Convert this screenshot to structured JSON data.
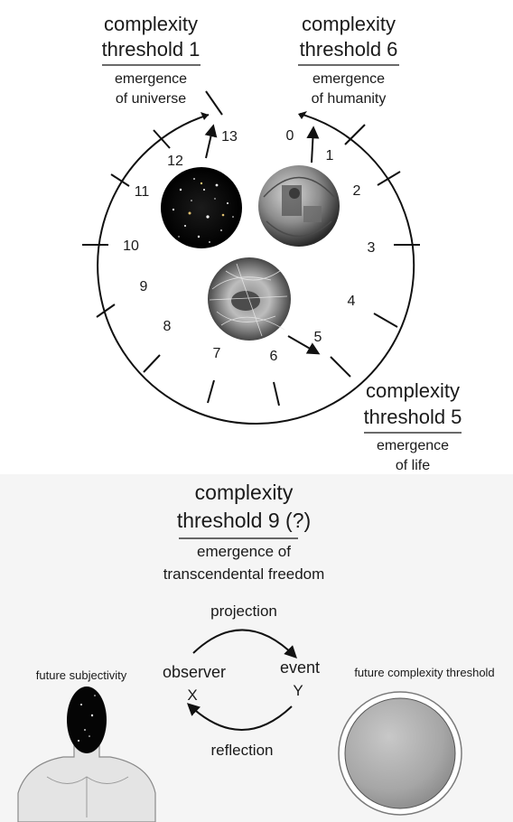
{
  "thresholds": {
    "t1": {
      "title1": "complexity",
      "title2": "threshold 1",
      "sub1": "emergence",
      "sub2": "of universe"
    },
    "t6": {
      "title1": "complexity",
      "title2": "threshold 6",
      "sub1": "emergence",
      "sub2": "of humanity"
    },
    "t5": {
      "title1": "complexity",
      "title2": "threshold 5",
      "sub1": "emergence",
      "sub2": "of life"
    }
  },
  "clock_numbers": [
    "0",
    "1",
    "2",
    "3",
    "4",
    "5",
    "6",
    "7",
    "8",
    "9",
    "10",
    "11",
    "12",
    "13"
  ],
  "t9": {
    "title1": "complexity",
    "title2": "threshold 9 (?)",
    "sub1": "emergence of",
    "sub2": "transcendental freedom"
  },
  "cycle": {
    "projection": "projection",
    "reflection": "reflection",
    "observer": "observer",
    "observer_var": "X",
    "event": "event",
    "event_var": "Y"
  },
  "future_subjectivity": "future subjectivity",
  "future_threshold": "future complexity threshold"
}
